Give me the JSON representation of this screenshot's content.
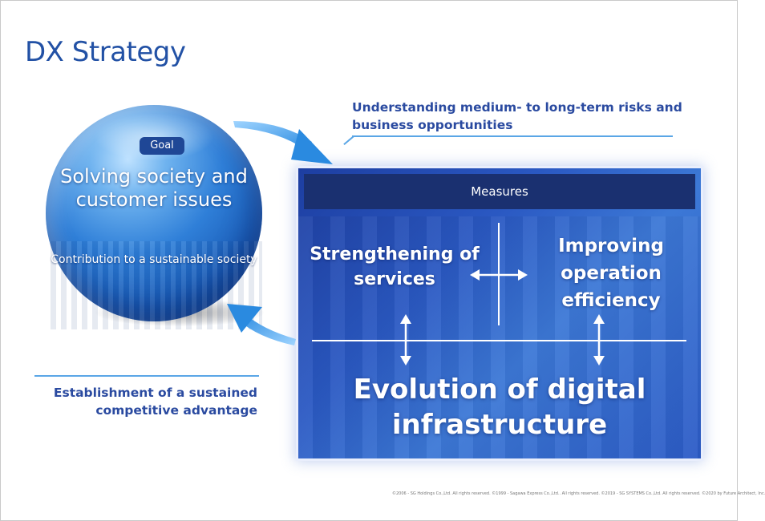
{
  "title": "DX Strategy",
  "top_note": "Understanding medium- to long-term risks and business opportunities",
  "bottom_note": "Establishment of a sustained competitive advantage",
  "goal": {
    "badge": "Goal",
    "main": "Solving society and customer issues",
    "sub": "Contribution to a sustainable society"
  },
  "measures": {
    "header": "Measures",
    "left": "Strengthening of services",
    "right": "Improving operation efficiency",
    "bottom": "Evolution of digital infrastructure"
  },
  "copyright": "©2006 - SG Holdings Co.,Ltd. All rights reserved.   ©1999 - Sagawa Express Co.,Ltd.. All rights reserved.   ©2019 - SG SYSTEMS Co.,Ltd. All rights reserved.   ©2020 by Future Architect, Inc.",
  "colors": {
    "title": "#2251a5",
    "accent": "#5aa6e6",
    "panel": "#2a58c2",
    "header": "#1a3070"
  }
}
